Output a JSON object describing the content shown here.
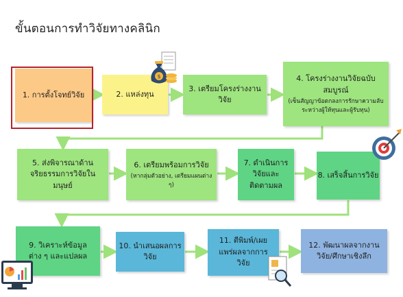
{
  "title": "ขั้นตอนการทำวิจัยทางคลินิก",
  "steps": [
    {
      "label": "1. การตั้งโจทย์วิจัย"
    },
    {
      "label": "2. แหล่งทุน"
    },
    {
      "label": "3. เตรียมโครงร่างงานวิจัย"
    },
    {
      "label": "4. โครงร่างงานวิจัยฉบับสมบูรณ์",
      "sub": "(เซ็นสัญญาข้อตกลงการรักษาความลับระหว่างผู้ให้ทุนและผู้รับทุน)"
    },
    {
      "label": "5. ส่งพิจารณาด้านจริยธรรมการวิจัยในมนุษย์"
    },
    {
      "label": "6. เตรียมพร้อมการวิจัย",
      "sub": "(หากลุ่มตัวอย่าง, เตรียมแผนต่าง ๆ)"
    },
    {
      "label": "7. ดำเนินการวิจัยและติดตามผล"
    },
    {
      "label": "8. เสร็จสิ้นการวิจัย"
    },
    {
      "label": "9. วิเคราะห์ข้อมูลต่าง ๆ และแปลผล"
    },
    {
      "label": "10. นำเสนอผลการวิจัย"
    },
    {
      "label": "11. ตีพิมพ์/เผยแพร่ผลจากการวิจัย"
    },
    {
      "label": "12. พัฒนาผลจากงานวิจัย/ศึกษาเชิงลึก"
    }
  ],
  "icons": {
    "funding": "money-bag-icon",
    "target": "target-icon",
    "analytics": "analytics-icon",
    "publication": "document-search-icon"
  },
  "colors": {
    "highlight": "#b3232d",
    "arrow": "#9fe17b"
  }
}
